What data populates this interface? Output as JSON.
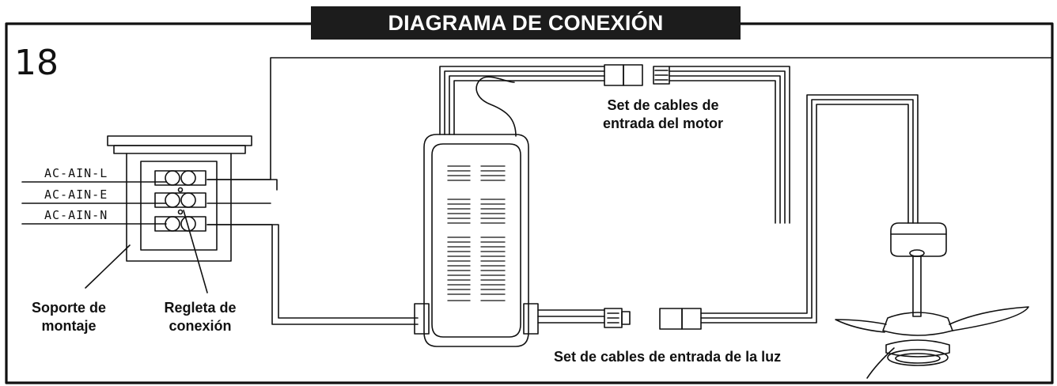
{
  "title": "DIAGRAMA DE CONEXIÓN",
  "step_number": "18",
  "wire_labels": {
    "line": "AC-AIN-L",
    "earth": "AC-AIN-E",
    "neutral": "AC-AIN-N"
  },
  "labels": {
    "mounting_bracket": [
      "Soporte de",
      "montaje"
    ],
    "terminal_block": [
      "Regleta de",
      "conexión"
    ],
    "motor_cables": [
      "Set de cables de",
      "entrada del motor"
    ],
    "light_cables": "Set de cables de entrada de la luz"
  },
  "colors": {
    "line": "#111111",
    "title_bg": "#1c1c1c",
    "title_text": "#ffffff"
  }
}
